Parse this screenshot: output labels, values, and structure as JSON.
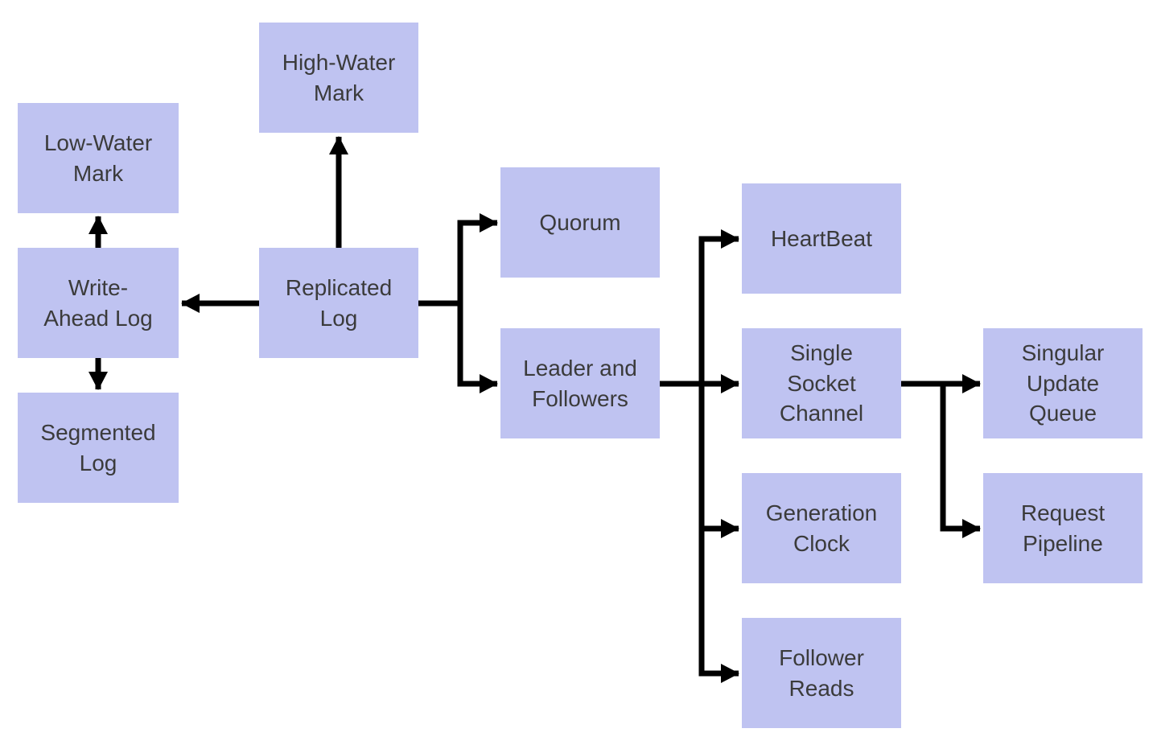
{
  "diagram": {
    "type": "flowchart",
    "nodes": {
      "low_water_mark": {
        "label": "Low-Water\nMark"
      },
      "write_ahead_log": {
        "label": "Write-\nAhead Log"
      },
      "segmented_log": {
        "label": "Segmented\nLog"
      },
      "high_water_mark": {
        "label": "High-Water\nMark"
      },
      "replicated_log": {
        "label": "Replicated\nLog"
      },
      "quorum": {
        "label": "Quorum"
      },
      "leader_and_followers": {
        "label": "Leader and\nFollowers"
      },
      "heartbeat": {
        "label": "HeartBeat"
      },
      "single_socket_channel": {
        "label": "Single\nSocket\nChannel"
      },
      "generation_clock": {
        "label": "Generation\nClock"
      },
      "follower_reads": {
        "label": "Follower\nReads"
      },
      "singular_update_queue": {
        "label": "Singular\nUpdate\nQueue"
      },
      "request_pipeline": {
        "label": "Request\nPipeline"
      }
    },
    "edges": [
      {
        "from": "replicated_log",
        "to": "high_water_mark"
      },
      {
        "from": "replicated_log",
        "to": "write_ahead_log"
      },
      {
        "from": "write_ahead_log",
        "to": "low_water_mark"
      },
      {
        "from": "write_ahead_log",
        "to": "segmented_log"
      },
      {
        "from": "replicated_log",
        "to": "quorum"
      },
      {
        "from": "replicated_log",
        "to": "leader_and_followers"
      },
      {
        "from": "leader_and_followers",
        "to": "heartbeat"
      },
      {
        "from": "leader_and_followers",
        "to": "single_socket_channel"
      },
      {
        "from": "leader_and_followers",
        "to": "generation_clock"
      },
      {
        "from": "leader_and_followers",
        "to": "follower_reads"
      },
      {
        "from": "single_socket_channel",
        "to": "singular_update_queue"
      },
      {
        "from": "single_socket_channel",
        "to": "request_pipeline"
      }
    ],
    "colors": {
      "node_fill": "#bfc3f1",
      "node_text": "#3b3b3b",
      "edge": "#000000",
      "background": "#ffffff"
    }
  }
}
